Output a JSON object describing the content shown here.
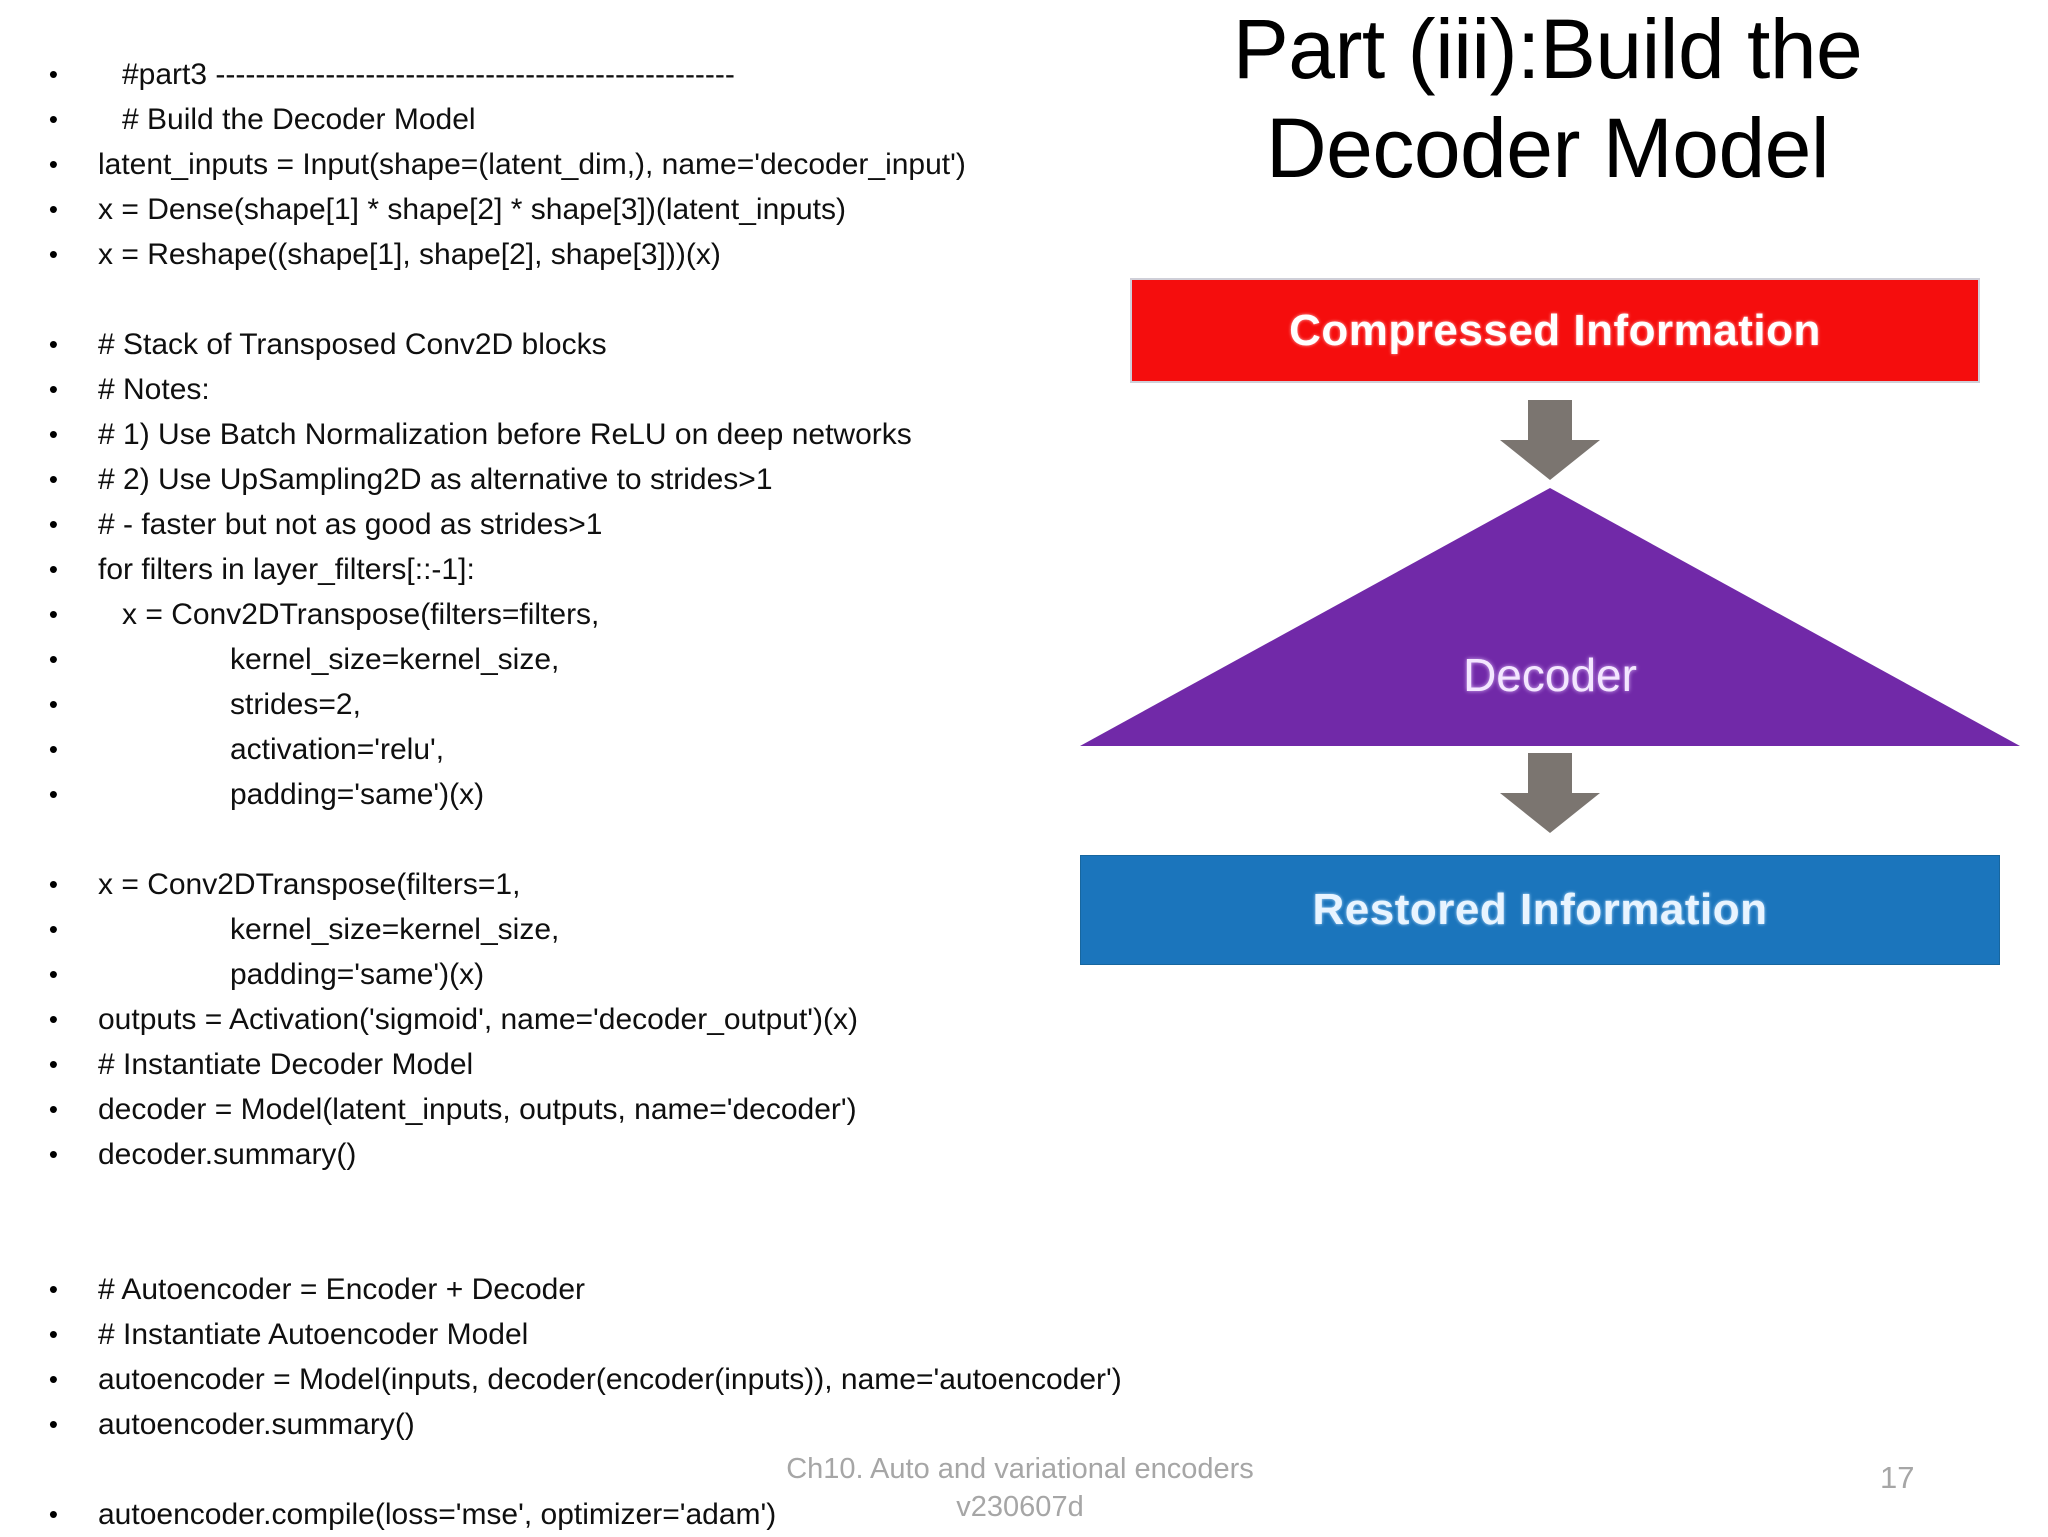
{
  "slide": {
    "title_lines": [
      "Part (iii):Build the",
      "Decoder Model"
    ],
    "footer_lines": [
      "Ch10. Auto and variational encoders",
      "v230607d"
    ],
    "page_number": "17",
    "bullet_glyph": "•"
  },
  "code": {
    "lines": [
      {
        "bullet": true,
        "indent": 1,
        "text": "#part3 ----------------------------------------------------"
      },
      {
        "bullet": true,
        "indent": 1,
        "text": "# Build the Decoder Model"
      },
      {
        "bullet": true,
        "indent": 0,
        "text": "latent_inputs = Input(shape=(latent_dim,), name='decoder_input')"
      },
      {
        "bullet": true,
        "indent": 0,
        "text": "x = Dense(shape[1] * shape[2] * shape[3])(latent_inputs)"
      },
      {
        "bullet": true,
        "indent": 0,
        "text": "x = Reshape((shape[1], shape[2], shape[3]))(x)"
      },
      {
        "bullet": false,
        "indent": 0,
        "text": ""
      },
      {
        "bullet": true,
        "indent": 0,
        "text": "# Stack of Transposed Conv2D blocks"
      },
      {
        "bullet": true,
        "indent": 0,
        "text": "# Notes:"
      },
      {
        "bullet": true,
        "indent": 0,
        "text": "# 1) Use Batch Normalization before ReLU on deep networks"
      },
      {
        "bullet": true,
        "indent": 0,
        "text": "# 2) Use UpSampling2D as alternative to strides>1"
      },
      {
        "bullet": true,
        "indent": 0,
        "text": "# - faster but not as good as strides>1"
      },
      {
        "bullet": true,
        "indent": 0,
        "text": "for filters in layer_filters[::-1]:"
      },
      {
        "bullet": true,
        "indent": 1,
        "text": "x = Conv2DTranspose(filters=filters,"
      },
      {
        "bullet": true,
        "indent": 2,
        "text": "kernel_size=kernel_size,"
      },
      {
        "bullet": true,
        "indent": 2,
        "text": "strides=2,"
      },
      {
        "bullet": true,
        "indent": 2,
        "text": "activation='relu',"
      },
      {
        "bullet": true,
        "indent": 2,
        "text": "padding='same')(x)"
      },
      {
        "bullet": false,
        "indent": 0,
        "text": ""
      },
      {
        "bullet": true,
        "indent": 0,
        "text": "x = Conv2DTranspose(filters=1,"
      },
      {
        "bullet": true,
        "indent": 2,
        "text": "kernel_size=kernel_size,"
      },
      {
        "bullet": true,
        "indent": 2,
        "text": "padding='same')(x)"
      },
      {
        "bullet": true,
        "indent": 0,
        "text": "outputs = Activation('sigmoid', name='decoder_output')(x)"
      },
      {
        "bullet": true,
        "indent": 0,
        "text": "# Instantiate Decoder Model"
      },
      {
        "bullet": true,
        "indent": 0,
        "text": "decoder = Model(latent_inputs, outputs, name='decoder')"
      },
      {
        "bullet": true,
        "indent": 0,
        "text": "decoder.summary()"
      },
      {
        "bullet": false,
        "indent": 0,
        "text": ""
      },
      {
        "bullet": false,
        "indent": 0,
        "text": ""
      },
      {
        "bullet": true,
        "indent": 0,
        "text": "# Autoencoder = Encoder + Decoder"
      },
      {
        "bullet": true,
        "indent": 0,
        "text": "# Instantiate Autoencoder Model"
      },
      {
        "bullet": true,
        "indent": 0,
        "text": "autoencoder = Model(inputs, decoder(encoder(inputs)), name='autoencoder')"
      },
      {
        "bullet": true,
        "indent": 0,
        "text": "autoencoder.summary()"
      },
      {
        "bullet": false,
        "indent": 0,
        "text": ""
      },
      {
        "bullet": true,
        "indent": 0,
        "text": "autoencoder.compile(loss='mse', optimizer='adam')"
      }
    ]
  },
  "diagram": {
    "compressed_label": "Compressed Information",
    "decoder_label": "Decoder",
    "restored_label": "Restored Information",
    "colors": {
      "compressed_bg": "#F50D0D",
      "decoder_fill": "#7129A8",
      "restored_bg": "#1B75BC",
      "arrow_fill": "#7B7570"
    }
  }
}
